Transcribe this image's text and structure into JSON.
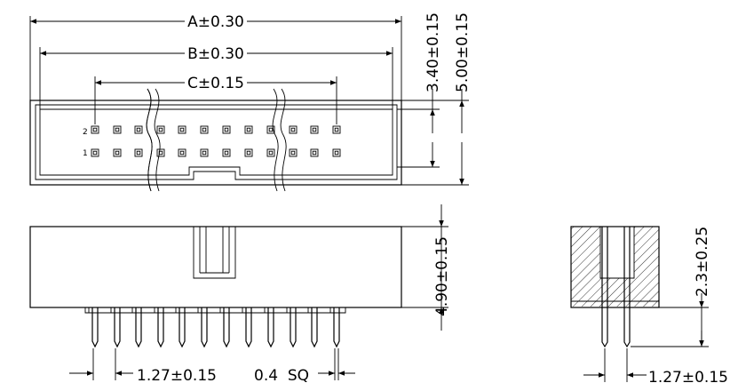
{
  "top_view": {
    "dim_a": "A±0.30",
    "dim_b": "B±0.30",
    "dim_c": "C±0.15",
    "dim_height_inner": "3.40±0.15",
    "dim_height_outer": "5.00±0.15",
    "pin_label_top": "2",
    "pin_label_bottom": "1"
  },
  "front_view": {
    "dim_height": "4.90±0.15",
    "dim_pitch": "1.27±0.15",
    "dim_pin_size": "0.4  SQ"
  },
  "side_view": {
    "dim_pin_length": "2.3±0.25",
    "dim_pitch": "1.27±0.15"
  }
}
